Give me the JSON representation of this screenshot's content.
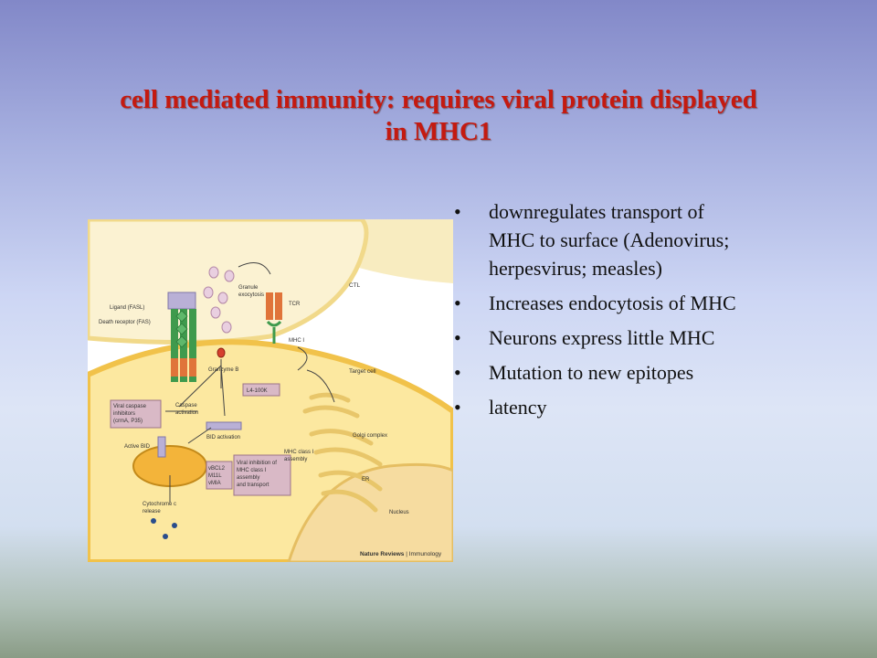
{
  "slide": {
    "title_line1": "cell mediated immunity: requires viral protein displayed",
    "title_line2": "in MHC1"
  },
  "bullets": [
    {
      "symbol": "•",
      "lines": [
        "downregulates transport of",
        "MHC to surface (Adenovirus;",
        "herpesvirus; measles)"
      ]
    },
    {
      "symbol": "•",
      "lines": [
        "Increases endocytosis of MHC"
      ]
    },
    {
      "symbol": "•",
      "lines": [
        "Neurons express little MHC"
      ]
    },
    {
      "symbol": "•",
      "lines": [
        "Mutation to new epitopes"
      ]
    },
    {
      "symbol": "•",
      "lines": [
        "latency"
      ]
    }
  ],
  "diagram": {
    "labels": {
      "ctl": "CTL",
      "target_cell": "Target cell",
      "ligand": "Ligand (FASL)",
      "death_receptor": "Death receptor (FAS)",
      "granule1": "Granule",
      "granule2": "exocytosis",
      "tcr": "TCR",
      "mhc1": "MHC I",
      "granzyme": "Granzyme B",
      "l4": "L4-100K",
      "viral_caspase1": "Viral caspase",
      "viral_caspase2": "inhibitors",
      "viral_caspase3": "(crmA, P35)",
      "caspase1": "Caspase",
      "caspase2": "activation",
      "bid_activation": "BID activation",
      "active_bid": "Active BID",
      "vbcl2": "vBCL2",
      "m11l": "M11L",
      "vmia": "vMIA",
      "cytc1": "Cytochrome c",
      "cytc2": "release",
      "golgi": "Golgi complex",
      "mhc_assembly1": "MHC class I",
      "mhc_assembly2": "assembly",
      "viral_inhib1": "Viral inhibition of",
      "viral_inhib2": "MHC class I",
      "viral_inhib3": "assembly",
      "viral_inhib4": "and transport",
      "er": "ER",
      "nucleus": "Nucleus",
      "credit_a": "Nature Reviews",
      "credit_sep": " | ",
      "credit_b": "Immunology"
    },
    "colors": {
      "ctl_membrane": "#f7e7a6",
      "target_cell": "#fce8a0",
      "target_membrane": "#f1c24a",
      "nucleus": "#f6dca0",
      "receptor_green": "#3f9a4d",
      "receptor_orange": "#e0743a",
      "ligand_lilac": "#b9b0d6",
      "granule": "#e9cfe0",
      "label_box": "#d9b9c6",
      "mito": "#f3b43a"
    }
  }
}
